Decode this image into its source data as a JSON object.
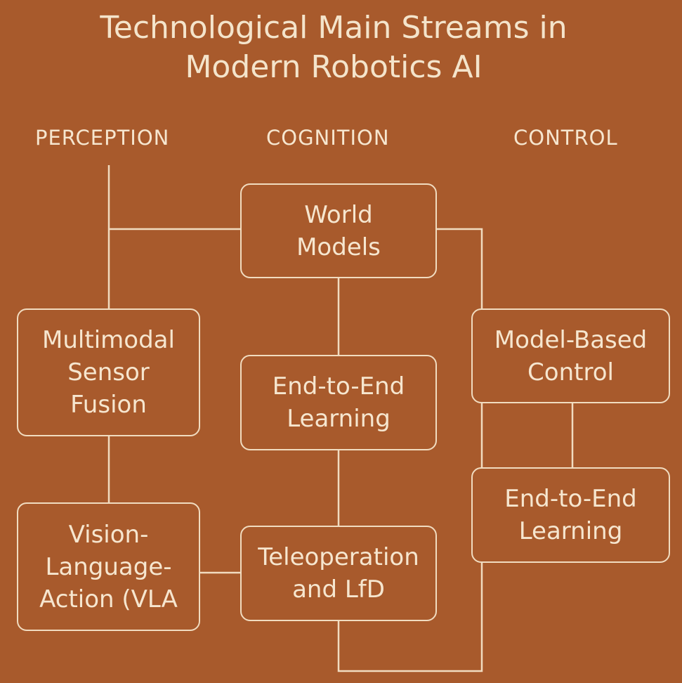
{
  "title": {
    "line1": "Technological Main Streams in",
    "line2": "Modern Robotics AI"
  },
  "columns": {
    "perception": "PERCEPTION",
    "cognition": "COGNITION",
    "control": "CONTROL"
  },
  "nodes": {
    "world_models": [
      "World",
      "Models"
    ],
    "sensor_fusion": [
      "Multimodal",
      "Sensor",
      "Fusion"
    ],
    "vla": [
      "Vision-",
      "Language-",
      "Action (VLA"
    ],
    "e2e_cognition": [
      "End-to-End",
      "Learning"
    ],
    "teleoperation": [
      "Teleoperation",
      "and LfD"
    ],
    "model_based": [
      "Model-Based",
      "Control"
    ],
    "e2e_control": [
      "End-to-End",
      "Learning"
    ]
  },
  "colors": {
    "background": "#a85a2c",
    "line": "#f1dcc0",
    "text": "#f6e6cf"
  }
}
